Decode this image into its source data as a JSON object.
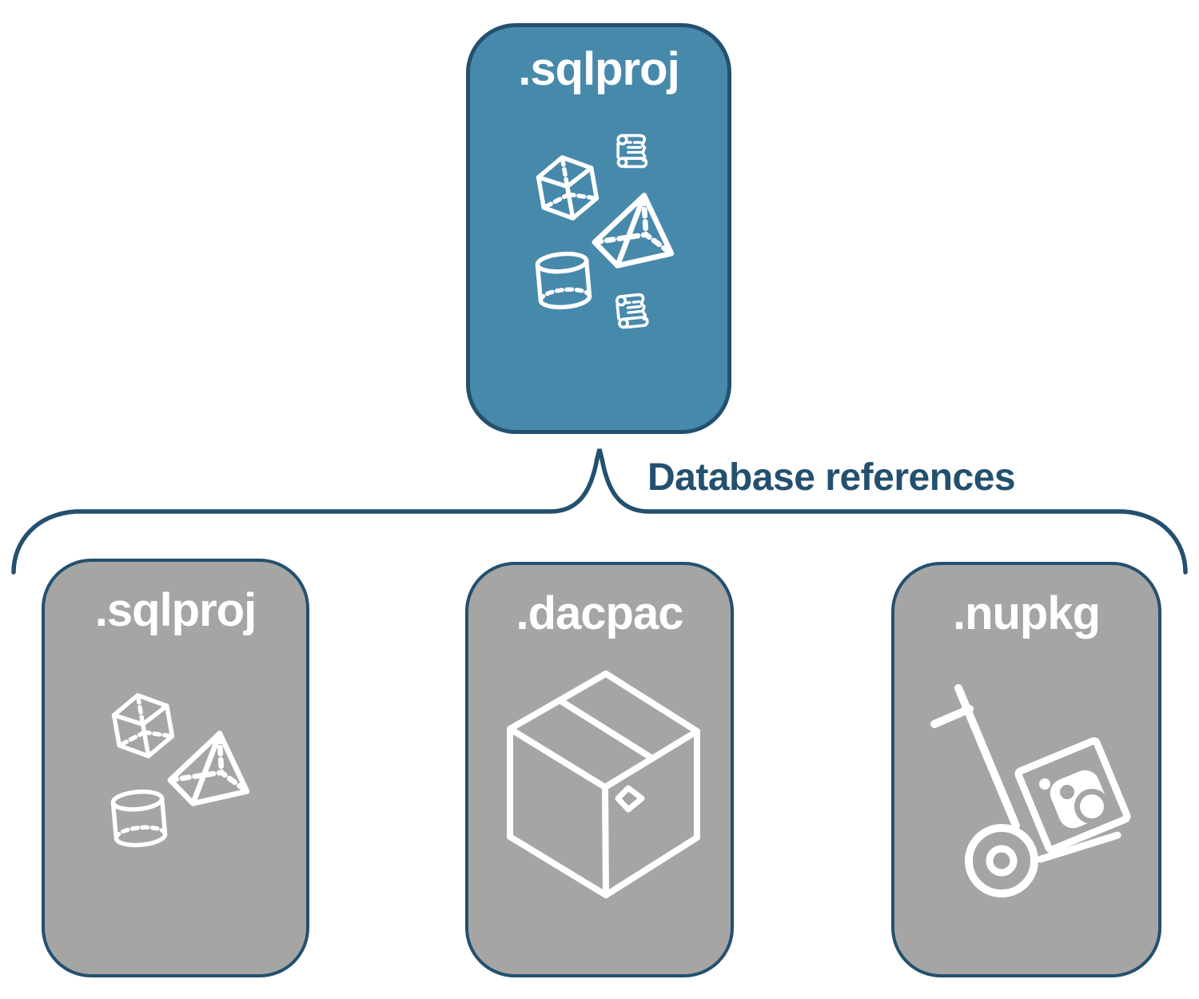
{
  "colors": {
    "background": "#ffffff",
    "accent_fill": "#4789ab",
    "gray_fill": "#a5a5a4",
    "outline": "#24506f",
    "icon_stroke": "#ffffff",
    "label_text": "#24506f"
  },
  "main_node": {
    "label": ".sqlproj",
    "icons": [
      "sql-script-scroll",
      "cube",
      "pyramid",
      "database-cylinder",
      "sql-script-scroll"
    ]
  },
  "connector": {
    "type": "brace",
    "label": "Database references"
  },
  "child_nodes": [
    {
      "label": ".sqlproj",
      "icons": [
        "cube",
        "pyramid",
        "database-cylinder"
      ]
    },
    {
      "label": ".dacpac",
      "icons": [
        "package-box"
      ]
    },
    {
      "label": ".nupkg",
      "icons": [
        "hand-truck-with-nuget-package"
      ]
    }
  ]
}
